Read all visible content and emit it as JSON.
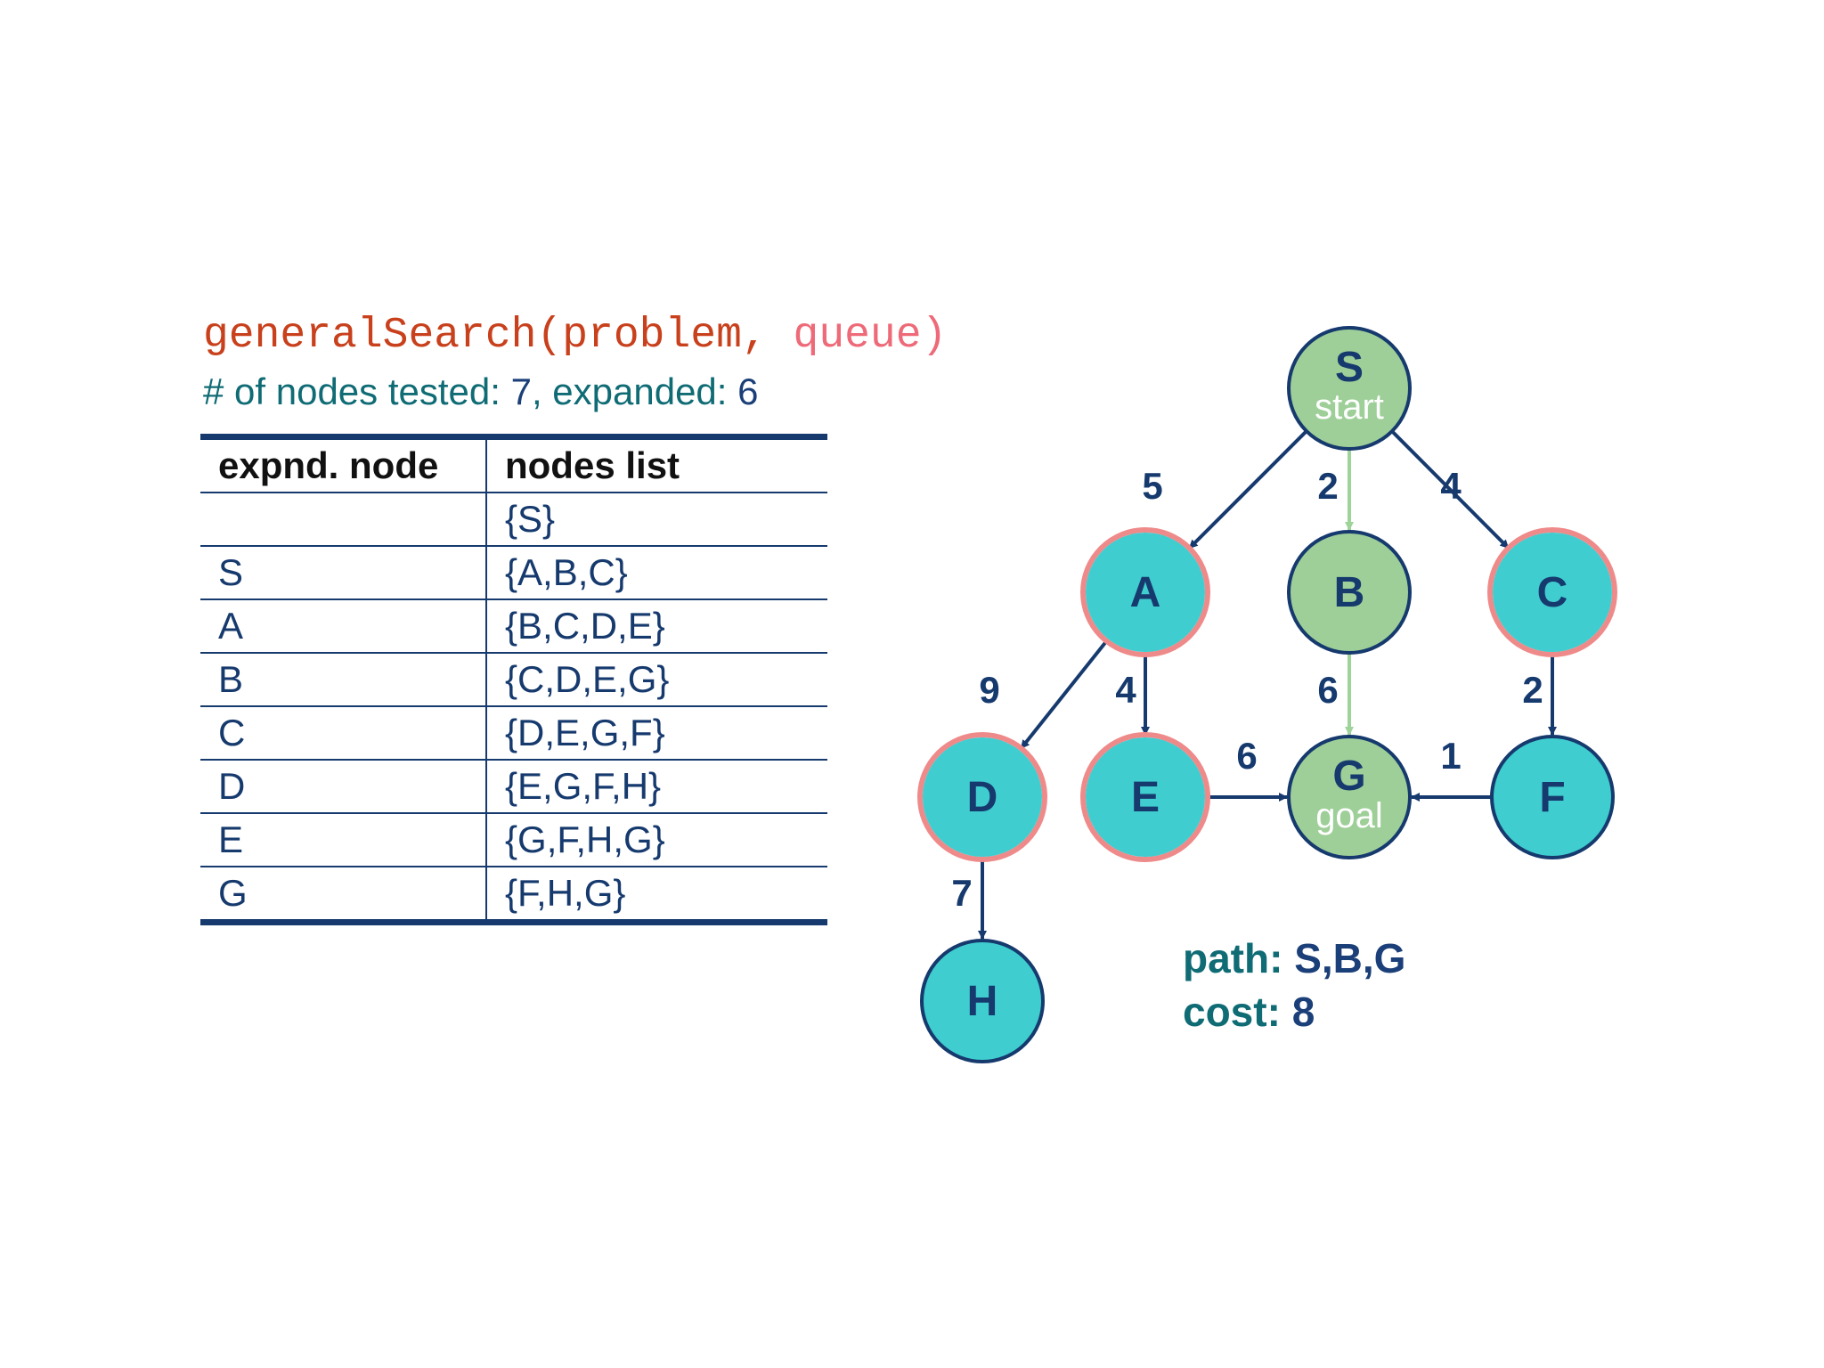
{
  "title": {
    "function": "generalSearch(problem,",
    "argument": " queue)"
  },
  "stats": {
    "label": "# of nodes tested: ",
    "tested": "7",
    "middle": ", expanded: ",
    "expanded": "6"
  },
  "table": {
    "headers": [
      "expnd. node",
      "nodes list"
    ],
    "rows": [
      [
        "",
        "{S}"
      ],
      [
        "S",
        "{A,B,C}"
      ],
      [
        "A",
        "{B,C,D,E}"
      ],
      [
        "B",
        "{C,D,E,G}"
      ],
      [
        "C",
        "{D,E,G,F}"
      ],
      [
        "D",
        "{E,G,F,H}"
      ],
      [
        "E",
        "{G,F,H,G}"
      ],
      [
        "G",
        "{F,H,G}"
      ]
    ]
  },
  "graph": {
    "nodes": [
      {
        "id": "S",
        "sublabel": "start",
        "state": "path"
      },
      {
        "id": "A",
        "sublabel": "",
        "state": "expanded"
      },
      {
        "id": "B",
        "sublabel": "",
        "state": "path"
      },
      {
        "id": "C",
        "sublabel": "",
        "state": "expanded"
      },
      {
        "id": "D",
        "sublabel": "",
        "state": "expanded"
      },
      {
        "id": "E",
        "sublabel": "",
        "state": "expanded"
      },
      {
        "id": "G",
        "sublabel": "goal",
        "state": "path"
      },
      {
        "id": "F",
        "sublabel": "",
        "state": "open"
      },
      {
        "id": "H",
        "sublabel": "",
        "state": "open"
      }
    ],
    "edges": [
      {
        "from": "S",
        "to": "A",
        "cost": "5",
        "on_path": false
      },
      {
        "from": "S",
        "to": "B",
        "cost": "2",
        "on_path": true
      },
      {
        "from": "S",
        "to": "C",
        "cost": "4",
        "on_path": false
      },
      {
        "from": "A",
        "to": "D",
        "cost": "9",
        "on_path": false
      },
      {
        "from": "A",
        "to": "E",
        "cost": "4",
        "on_path": false
      },
      {
        "from": "B",
        "to": "G",
        "cost": "6",
        "on_path": true
      },
      {
        "from": "C",
        "to": "F",
        "cost": "2",
        "on_path": false
      },
      {
        "from": "E",
        "to": "G",
        "cost": "6",
        "on_path": false
      },
      {
        "from": "F",
        "to": "G",
        "cost": "1",
        "on_path": false
      },
      {
        "from": "D",
        "to": "H",
        "cost": "7",
        "on_path": false
      }
    ]
  },
  "result": {
    "path_label": "path:",
    "path_value": "S,B,G",
    "cost_label": "cost:",
    "cost_value": "8"
  },
  "colors": {
    "title_function": "#c8401c",
    "title_argument": "#ee6a78",
    "teal_text": "#0f6b74",
    "navy": "#163a6e",
    "node_teal_fill": "#3fcdcf",
    "node_green_fill": "#9ecf98",
    "path_edge": "#9ed49a",
    "expanded_ring": "#ef8a8a"
  }
}
